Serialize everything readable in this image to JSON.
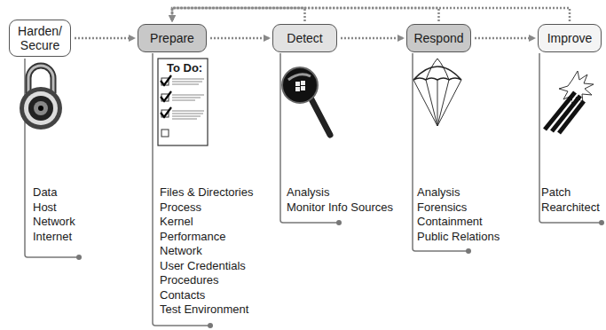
{
  "diagram": {
    "nodes": [
      {
        "text": [
          "Harden/ Secure"
        ]
      },
      {
        "text": [
          "Prepare"
        ]
      },
      {
        "text": [
          "Detect"
        ]
      },
      {
        "text": [
          "Respond"
        ]
      },
      {
        "text": [
          "Improve"
        ]
      }
    ],
    "edges": [
      {
        "from": 0,
        "to": 1,
        "arrow": "to"
      },
      {
        "from": 1,
        "to": 2,
        "arrow": "to"
      },
      {
        "from": 2,
        "to": 3,
        "arrow": "to"
      },
      {
        "from": 3,
        "to": 4,
        "arrow": "to"
      },
      {
        "from": 4,
        "to": 1,
        "arrow": "to"
      },
      {
        "from": 3,
        "to": 1,
        "arrow": "to"
      },
      {
        "from": 2,
        "to": 1,
        "arrow": "to"
      }
    ],
    "labels": [
      "Data",
      "Host",
      "Network",
      "Internet",
      "To Do:",
      "Files & Directories",
      "Process",
      "Kernel",
      "Performance",
      "Network",
      "User Credentials",
      "Procedures",
      "Contacts",
      "Test Environment",
      "Analysis",
      "Monitor Info Sources",
      "Analysis",
      "Forensics",
      "Containment",
      "Public Relations",
      "Patch",
      "Rearchitect"
    ]
  }
}
